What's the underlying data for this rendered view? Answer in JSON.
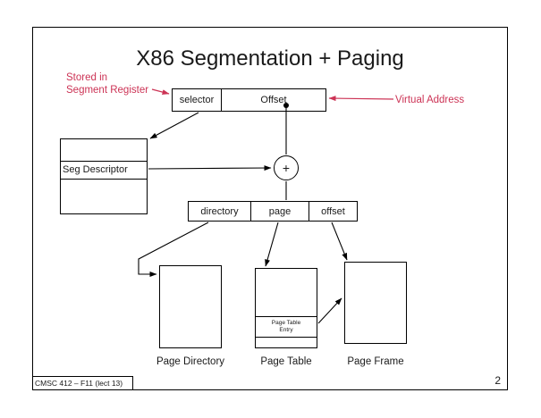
{
  "slide": {
    "title": "X86 Segmentation + Paging",
    "page_number": "2"
  },
  "footer": {
    "text": "CMSC 412 – F11  (lect 13)"
  },
  "annotations": {
    "stored_in_line1": "Stored in",
    "stored_in_line2": "Segment Register",
    "virtual_address": "Virtual Address"
  },
  "virtual_address_box": {
    "selector": "selector",
    "offset": "Offset"
  },
  "seg_descriptor_table": {
    "label": "Seg Descriptor"
  },
  "adder": {
    "symbol": "+"
  },
  "linear_address_box": {
    "directory": "directory",
    "page": "page",
    "offset": "offset"
  },
  "page_table_entry": {
    "line1": "Page Table",
    "line2": "Entry"
  },
  "captions": {
    "page_directory": "Page Directory",
    "page_table": "Page Table",
    "page_frame": "Page Frame"
  },
  "colors": {
    "annotation_red": "#cc3355",
    "line_black": "#000000"
  }
}
